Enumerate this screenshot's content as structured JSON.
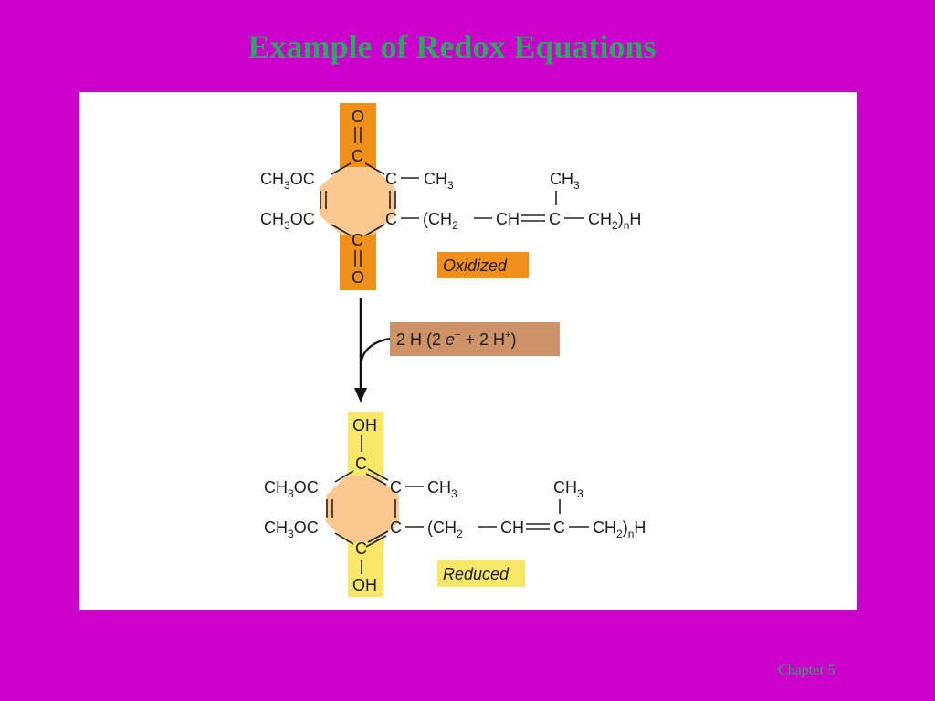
{
  "slide": {
    "title": "Example of Redox Equations",
    "footer": "Chapter 5"
  },
  "colors": {
    "background": "#CC00CC",
    "title_text": "#2BA860",
    "panel": "#FFFFFF",
    "oxidized_strip": "#F09018",
    "reduced_strip": "#FAE768",
    "ring_fill": "#FAC890",
    "reaction_box": "#CE9268"
  },
  "diagram": {
    "oxidized": {
      "label": "Oxidized",
      "top_group_O": "O",
      "top_group_C": "C",
      "bottom_group_C": "C",
      "bottom_group_O": "O",
      "left_top": "CH",
      "left_top_sub": "3",
      "left_top_tail": "OC",
      "left_bottom": "CH",
      "left_bottom_sub": "3",
      "left_bottom_tail": "OC",
      "right_top_C": "C",
      "right_top_CH": "CH",
      "right_top_sub": "3",
      "right_bottom_C": "C",
      "chain_open": "(CH",
      "chain_sub2": "2",
      "chain_CH": "CH",
      "chain_C": "C",
      "chain_CH2": "CH",
      "chain_sub2b": "2",
      "chain_close": ")",
      "chain_n": "n",
      "chain_H": "H",
      "branch_CH": "CH",
      "branch_sub": "3"
    },
    "reaction": {
      "prefix": "2 H (2 ",
      "electron": "e",
      "electron_sup": "−",
      "mid": " + 2 H",
      "proton_sup": "+",
      "close": ")"
    },
    "reduced": {
      "label": "Reduced",
      "top_group_OH": "OH",
      "top_group_C": "C",
      "bottom_group_C": "C",
      "bottom_group_OH": "OH",
      "left_top": "CH",
      "left_top_sub": "3",
      "left_top_tail": "OC",
      "left_bottom": "CH",
      "left_bottom_sub": "3",
      "left_bottom_tail": "OC",
      "right_top_C": "C",
      "right_top_CH": "CH",
      "right_top_sub": "3",
      "right_bottom_C": "C",
      "chain_open": "(CH",
      "chain_sub2": "2",
      "chain_CH": "CH",
      "chain_C": "C",
      "chain_CH2": "CH",
      "chain_sub2b": "2",
      "chain_close": ")",
      "chain_n": "n",
      "chain_H": "H",
      "branch_CH": "CH",
      "branch_sub": "3"
    }
  }
}
